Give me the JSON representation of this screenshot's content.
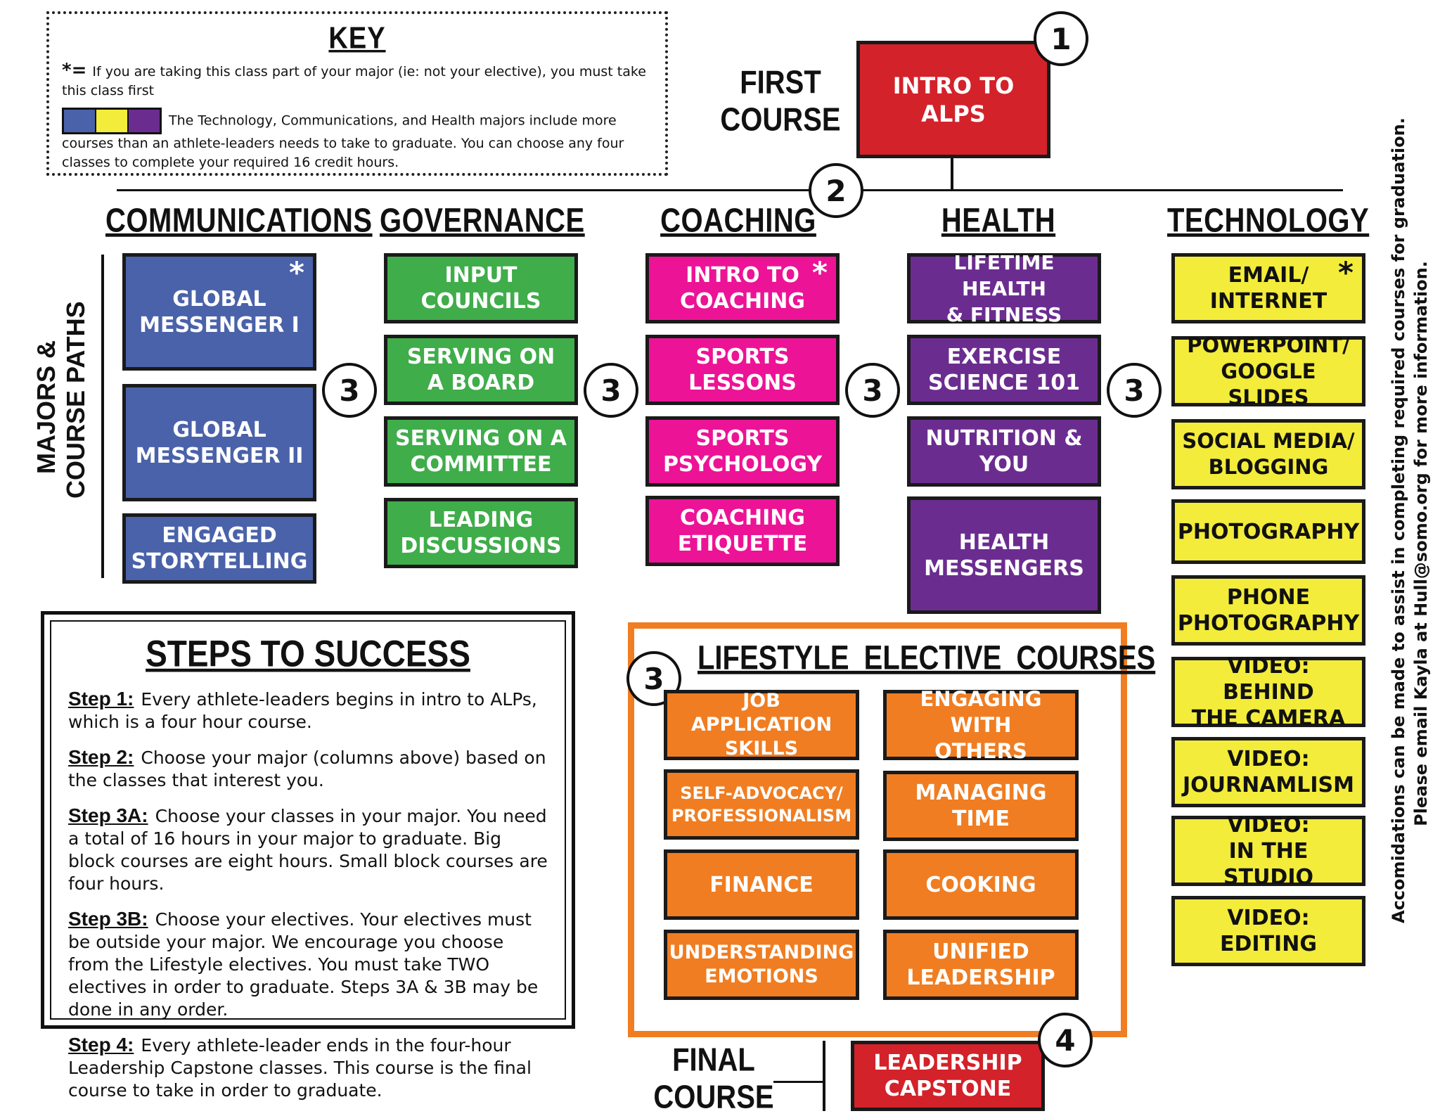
{
  "key": {
    "title": "KEY",
    "star_symbol": "*=",
    "star_text": "If you are taking this class part of your major (ie: not your elective), you must take this class first",
    "color_text": "The Technology, Communications, and Health majors include more courses than an athlete-leaders needs to take to graduate. You can choose any four classes to complete your required 16 credit hours.",
    "swatch_colors": [
      "#4a62a9",
      "#f3ec3a",
      "#6b2c90"
    ]
  },
  "first_course": {
    "label_line1": "FIRST",
    "label_line2": "COURSE",
    "course_line1": "INTRO TO",
    "course_line2": "ALPS",
    "step_number": "1"
  },
  "majors_step_number": "2",
  "majors_side_label_line1": "MAJORS &",
  "majors_side_label_line2": "COURSE PATHS",
  "columns": {
    "communications": {
      "title": "COMMUNICATIONS",
      "courses": [
        {
          "line1": "GLOBAL",
          "line2": "MESSENGER I",
          "star": "*"
        },
        {
          "line1": "GLOBAL",
          "line2": "MESSENGER II"
        },
        {
          "line1": "ENGAGED",
          "line2": "STORYTELLING"
        }
      ]
    },
    "governance": {
      "title": "GOVERNANCE",
      "courses": [
        {
          "line1": "INPUT",
          "line2": "COUNCILS"
        },
        {
          "line1": "SERVING ON",
          "line2": "A BOARD"
        },
        {
          "line1": "SERVING ON A",
          "line2": "COMMITTEE"
        },
        {
          "line1": "LEADING",
          "line2": "DISCUSSIONS"
        }
      ]
    },
    "coaching": {
      "title": "COACHING",
      "courses": [
        {
          "line1": "INTRO TO",
          "line2": "COACHING",
          "star": "*"
        },
        {
          "line1": "SPORTS",
          "line2": "LESSONS"
        },
        {
          "line1": "SPORTS",
          "line2": "PSYCHOLOGY"
        },
        {
          "line1": "COACHING",
          "line2": "ETIQUETTE"
        }
      ]
    },
    "health": {
      "title": "HEALTH",
      "courses": [
        {
          "line1": "LIFETIME HEALTH",
          "line2": "& FITNESS"
        },
        {
          "line1": "EXERCISE",
          "line2": "SCIENCE 101"
        },
        {
          "line1": "NUTRITION &",
          "line2": "YOU"
        },
        {
          "line1": "HEALTH",
          "line2": "MESSENGERS"
        }
      ]
    },
    "technology": {
      "title": "TECHNOLOGY",
      "courses": [
        {
          "line1": "EMAIL/",
          "line2": "INTERNET",
          "star": "*"
        },
        {
          "line1": "POWERPOINT/",
          "line2": "GOOGLE SLIDES"
        },
        {
          "line1": "SOCIAL MEDIA/",
          "line2": "BLOGGING"
        },
        {
          "line1": "PHOTOGRAPHY",
          "line2": ""
        },
        {
          "line1": "PHONE",
          "line2": "PHOTOGRAPHY"
        },
        {
          "line1": "VIDEO: BEHIND",
          "line2": "THE CAMERA"
        },
        {
          "line1": "VIDEO:",
          "line2": "JOURNAMLISM"
        },
        {
          "line1": "VIDEO:",
          "line2": "IN THE STUDIO"
        },
        {
          "line1": "VIDEO:",
          "line2": "EDITING"
        }
      ]
    }
  },
  "column_step_number": "3",
  "steps": {
    "title": "STEPS TO SUCCESS",
    "items": [
      {
        "label": "Step 1:",
        "text": "Every athlete-leaders begins in intro to ALPs, which is a four hour course."
      },
      {
        "label": "Step 2:",
        "text": "Choose your major (columns above) based on the classes that interest you."
      },
      {
        "label": "Step 3A:",
        "text": "Choose your classes in your major. You need a total of 16 hours in your major to graduate. Big block courses are eight hours. Small block courses are four hours."
      },
      {
        "label": "Step 3B:",
        "text": "Choose your electives. Your electives must be outside your major. We encourage you choose from the Lifestyle electives. You must take TWO electives in order to graduate. Steps 3A & 3B may be done in any order."
      },
      {
        "label": "Step 4:",
        "text": "Every athlete-leader ends in the four-hour Leadership Capstone classes. This course is the final course to take in order to graduate."
      }
    ]
  },
  "electives": {
    "title": "LIFESTYLE  ELECTIVE  COURSES",
    "step_number": "3",
    "courses": [
      {
        "line1": "JOB APPLICATION",
        "line2": "SKILLS"
      },
      {
        "line1": "ENGAGING WITH",
        "line2": "OTHERS"
      },
      {
        "line1": "SELF-ADVOCACY/",
        "line2": "PROFESSIONALISM"
      },
      {
        "line1": "MANAGING",
        "line2": "TIME"
      },
      {
        "line1": "FINANCE",
        "line2": ""
      },
      {
        "line1": "COOKING",
        "line2": ""
      },
      {
        "line1": "UNDERSTANDING",
        "line2": "EMOTIONS"
      },
      {
        "line1": "UNIFIED",
        "line2": "LEADERSHIP"
      }
    ]
  },
  "final_course": {
    "label_line1": "FINAL",
    "label_line2": "COURSE",
    "course_line1": "LEADERSHIP",
    "course_line2": "CAPSTONE",
    "step_number": "4"
  },
  "side_note": {
    "line1": "Accomidations can be made to assist in completing required courses for graduation.",
    "line2": "Please email Kayla at Hull@somo.org for more information."
  }
}
